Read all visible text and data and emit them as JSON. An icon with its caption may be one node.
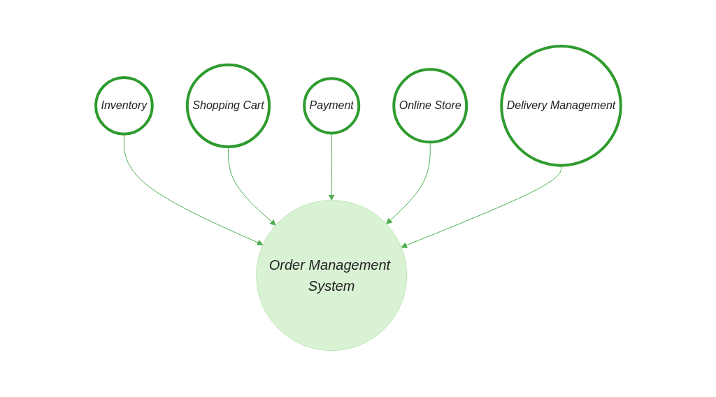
{
  "diagram": {
    "nodes": [
      {
        "text": [
          "Inventory"
        ]
      },
      {
        "text": [
          "Shopping Cart"
        ]
      },
      {
        "text": [
          "Payment"
        ]
      },
      {
        "text": [
          "Order Management System"
        ]
      },
      {
        "text": [
          "Online Store"
        ]
      },
      {
        "text": [
          "Delivery Management"
        ]
      }
    ],
    "edges": [
      {
        "from": 0,
        "to": 3,
        "arrow": "to"
      },
      {
        "from": 1,
        "to": 3,
        "arrow": "to"
      },
      {
        "from": 2,
        "to": 3,
        "arrow": "to"
      },
      {
        "from": 4,
        "to": 3,
        "arrow": "to"
      },
      {
        "from": 5,
        "to": 3,
        "arrow": "to"
      }
    ]
  }
}
